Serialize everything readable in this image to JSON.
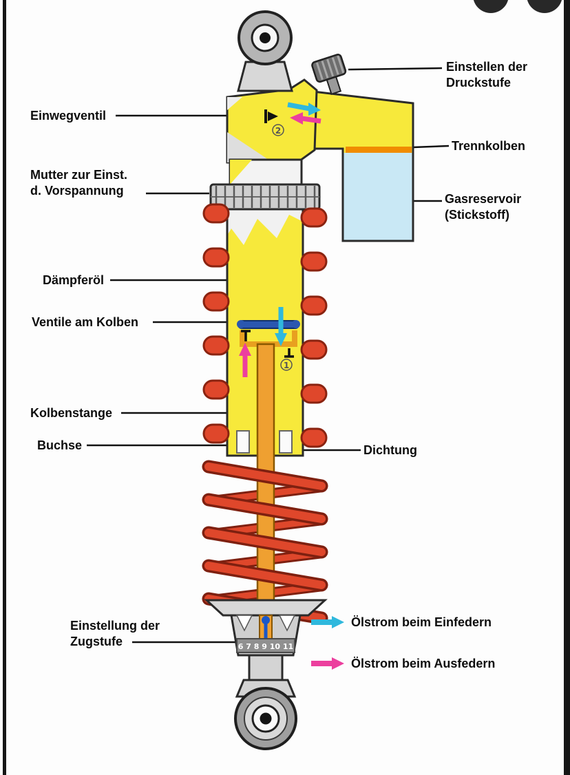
{
  "figure": {
    "type": "technical-cutaway-diagram",
    "subject": "Stoßdämpfer (shock absorber) with gas reservoir"
  },
  "labels": {
    "einwegventil": "Einwegventil",
    "mutter_line1": "Mutter zur Einst.",
    "mutter_line2": "d. Vorspannung",
    "daempferoel": "Dämpferöl",
    "ventile_am_kolben": "Ventile am Kolben",
    "kolbenstange": "Kolbenstange",
    "buchse": "Buchse",
    "zugstufe_line1": "Einstellung der",
    "zugstufe_line2": "Zugstufe",
    "druckstufe_line1": "Einstellen der",
    "druckstufe_line2": "Druckstufe",
    "trennkolben": "Trennkolben",
    "gasreservoir_line1": "Gasreservoir",
    "gasreservoir_line2": "(Stickstoff)",
    "dichtung": "Dichtung"
  },
  "legend": {
    "einfedern_label": "Ölstrom beim Einfedern",
    "einfedern_color": "#2fb8dd",
    "ausfedern_label": "Ölstrom beim Ausfedern",
    "ausfedern_color": "#ec3f9e"
  },
  "annotations": {
    "marker_top": "2",
    "marker_piston": "1",
    "rebound_scale": "6 7 8 9 10 11"
  },
  "colors": {
    "oil_yellow": "#f7e93b",
    "gas_blue": "#c9e8f5",
    "spring_red": "#df472b",
    "rod_orange": "#efa031",
    "metal_gray": "#d6d6d6",
    "separator_orange": "#f08c00",
    "flow_in_cyan": "#2fb8dd",
    "flow_out_magenta": "#ec3f9e"
  }
}
